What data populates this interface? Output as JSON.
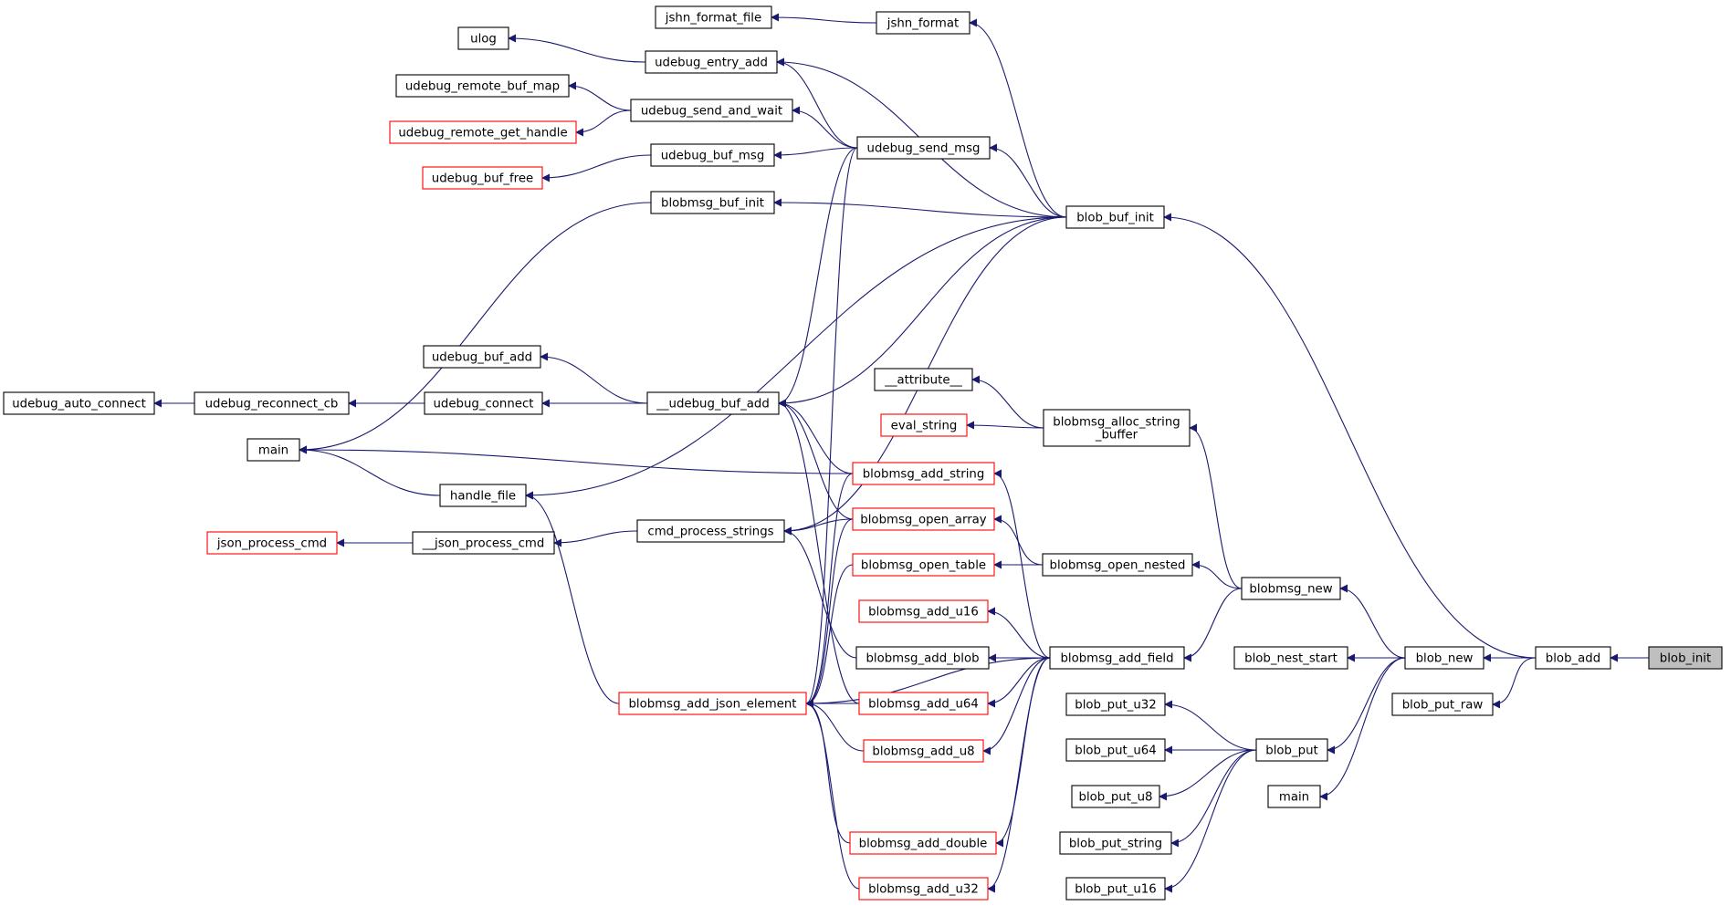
{
  "graph": {
    "nodes": [
      {
        "id": "blob_init",
        "label": "blob_init",
        "root": true
      },
      {
        "id": "blob_add",
        "label": "blob_add"
      },
      {
        "id": "blob_new",
        "label": "blob_new"
      },
      {
        "id": "blob_put_raw",
        "label": "blob_put_raw"
      },
      {
        "id": "blob_buf_init",
        "label": "blob_buf_init"
      },
      {
        "id": "blob_nest_start",
        "label": "blob_nest_start"
      },
      {
        "id": "blobmsg_new",
        "label": "blobmsg_new"
      },
      {
        "id": "blob_put",
        "label": "blob_put"
      },
      {
        "id": "main2",
        "label": "main"
      },
      {
        "id": "jshn_format",
        "label": "jshn_format"
      },
      {
        "id": "jshn_format_file",
        "label": "jshn_format_file"
      },
      {
        "id": "udebug_send_msg",
        "label": "udebug_send_msg"
      },
      {
        "id": "udebug_entry_add",
        "label": "udebug_entry_add"
      },
      {
        "id": "ulog",
        "label": "ulog"
      },
      {
        "id": "udebug_send_and_wait",
        "label": "udebug_send_and_wait"
      },
      {
        "id": "udebug_remote_buf_map",
        "label": "udebug_remote_buf_map"
      },
      {
        "id": "udebug_remote_get_handle",
        "label": "udebug_remote_get_handle",
        "truncated": true
      },
      {
        "id": "udebug_buf_msg",
        "label": "udebug_buf_msg"
      },
      {
        "id": "udebug_buf_free",
        "label": "udebug_buf_free",
        "truncated": true
      },
      {
        "id": "blobmsg_buf_init",
        "label": "blobmsg_buf_init"
      },
      {
        "id": "main1",
        "label": "main"
      },
      {
        "id": "handle_file",
        "label": "handle_file"
      },
      {
        "id": "udebug_buf_add_int",
        "label": "__udebug_buf_add"
      },
      {
        "id": "udebug_buf_add",
        "label": "udebug_buf_add"
      },
      {
        "id": "udebug_connect",
        "label": "udebug_connect"
      },
      {
        "id": "udebug_reconnect_cb",
        "label": "udebug_reconnect_cb"
      },
      {
        "id": "udebug_auto_connect",
        "label": "udebug_auto_connect"
      },
      {
        "id": "cmd_process_strings",
        "label": "cmd_process_strings"
      },
      {
        "id": "json_process_cmd_int",
        "label": "__json_process_cmd"
      },
      {
        "id": "json_process_cmd",
        "label": "json_process_cmd",
        "truncated": true
      },
      {
        "id": "blobmsg_add_json_element",
        "label": "blobmsg_add_json_element",
        "truncated": true
      },
      {
        "id": "attribute",
        "label": "__attribute__"
      },
      {
        "id": "eval_string",
        "label": "eval_string",
        "truncated": true
      },
      {
        "id": "blobmsg_alloc_string_buffer",
        "label": "blobmsg_alloc_string\n_buffer"
      },
      {
        "id": "blobmsg_add_string",
        "label": "blobmsg_add_string",
        "truncated": true
      },
      {
        "id": "blobmsg_open_array",
        "label": "blobmsg_open_array",
        "truncated": true
      },
      {
        "id": "blobmsg_open_table",
        "label": "blobmsg_open_table",
        "truncated": true
      },
      {
        "id": "blobmsg_open_nested",
        "label": "blobmsg_open_nested"
      },
      {
        "id": "blobmsg_add_u16",
        "label": "blobmsg_add_u16",
        "truncated": true
      },
      {
        "id": "blobmsg_add_blob",
        "label": "blobmsg_add_blob"
      },
      {
        "id": "blobmsg_add_field",
        "label": "blobmsg_add_field"
      },
      {
        "id": "blobmsg_add_u64",
        "label": "blobmsg_add_u64",
        "truncated": true
      },
      {
        "id": "blobmsg_add_u8",
        "label": "blobmsg_add_u8",
        "truncated": true
      },
      {
        "id": "blobmsg_add_double",
        "label": "blobmsg_add_double",
        "truncated": true
      },
      {
        "id": "blobmsg_add_u32",
        "label": "blobmsg_add_u32",
        "truncated": true
      },
      {
        "id": "blob_put_u32",
        "label": "blob_put_u32"
      },
      {
        "id": "blob_put_u64",
        "label": "blob_put_u64"
      },
      {
        "id": "blob_put_u8",
        "label": "blob_put_u8"
      },
      {
        "id": "blob_put_string",
        "label": "blob_put_string"
      },
      {
        "id": "blob_put_u16",
        "label": "blob_put_u16"
      }
    ],
    "edges": [
      [
        "blob_add",
        "blob_init"
      ],
      [
        "blob_new",
        "blob_add"
      ],
      [
        "blob_put_raw",
        "blob_add"
      ],
      [
        "blob_buf_init",
        "blob_add"
      ],
      [
        "blob_nest_start",
        "blob_new"
      ],
      [
        "blobmsg_new",
        "blob_new"
      ],
      [
        "blob_put",
        "blob_new"
      ],
      [
        "main2",
        "blob_new"
      ],
      [
        "blob_put_u32",
        "blob_put"
      ],
      [
        "blob_put_u64",
        "blob_put"
      ],
      [
        "blob_put_u8",
        "blob_put"
      ],
      [
        "blob_put_string",
        "blob_put"
      ],
      [
        "blob_put_u16",
        "blob_put"
      ],
      [
        "blobmsg_open_nested",
        "blobmsg_new"
      ],
      [
        "blobmsg_add_field",
        "blobmsg_new"
      ],
      [
        "blobmsg_alloc_string_buffer",
        "blobmsg_new"
      ],
      [
        "attribute",
        "blobmsg_alloc_string_buffer"
      ],
      [
        "eval_string",
        "blobmsg_alloc_string_buffer"
      ],
      [
        "blobmsg_open_array",
        "blobmsg_open_nested"
      ],
      [
        "blobmsg_open_table",
        "blobmsg_open_nested"
      ],
      [
        "blobmsg_add_string",
        "blobmsg_add_field"
      ],
      [
        "blobmsg_add_u16",
        "blobmsg_add_field"
      ],
      [
        "blobmsg_add_blob",
        "blobmsg_add_field"
      ],
      [
        "blobmsg_add_u64",
        "blobmsg_add_field"
      ],
      [
        "blobmsg_add_u8",
        "blobmsg_add_field"
      ],
      [
        "blobmsg_add_double",
        "blobmsg_add_field"
      ],
      [
        "blobmsg_add_u32",
        "blobmsg_add_field"
      ],
      [
        "blobmsg_add_json_element",
        "blobmsg_add_field"
      ],
      [
        "jshn_format",
        "blob_buf_init"
      ],
      [
        "jshn_format_file",
        "jshn_format"
      ],
      [
        "udebug_send_msg",
        "blob_buf_init"
      ],
      [
        "udebug_entry_add",
        "blob_buf_init"
      ],
      [
        "blobmsg_buf_init",
        "blob_buf_init"
      ],
      [
        "udebug_buf_add_int",
        "blob_buf_init"
      ],
      [
        "handle_file",
        "blob_buf_init"
      ],
      [
        "cmd_process_strings",
        "blob_buf_init"
      ],
      [
        "ulog",
        "udebug_entry_add"
      ],
      [
        "udebug_entry_add",
        "udebug_send_msg"
      ],
      [
        "udebug_send_and_wait",
        "udebug_send_msg"
      ],
      [
        "udebug_buf_msg",
        "udebug_send_msg"
      ],
      [
        "udebug_buf_add_int",
        "udebug_send_msg"
      ],
      [
        "udebug_remote_buf_map",
        "udebug_send_and_wait"
      ],
      [
        "udebug_remote_get_handle",
        "udebug_send_and_wait"
      ],
      [
        "udebug_buf_free",
        "udebug_buf_msg"
      ],
      [
        "main1",
        "blobmsg_buf_init"
      ],
      [
        "udebug_buf_add",
        "udebug_buf_add_int"
      ],
      [
        "udebug_connect",
        "udebug_buf_add_int"
      ],
      [
        "udebug_reconnect_cb",
        "udebug_connect"
      ],
      [
        "udebug_auto_connect",
        "udebug_reconnect_cb"
      ],
      [
        "udebug_buf_add_int",
        "blobmsg_add_string"
      ],
      [
        "udebug_buf_add_int",
        "blobmsg_open_array"
      ],
      [
        "udebug_buf_add_int",
        "blobmsg_add_u64"
      ],
      [
        "main1",
        "blobmsg_add_string"
      ],
      [
        "main1",
        "handle_file"
      ],
      [
        "handle_file",
        "blobmsg_add_json_element"
      ],
      [
        "cmd_process_strings",
        "blobmsg_open_array"
      ],
      [
        "cmd_process_strings",
        "blobmsg_add_blob"
      ],
      [
        "json_process_cmd_int",
        "cmd_process_strings"
      ],
      [
        "json_process_cmd",
        "json_process_cmd_int"
      ],
      [
        "blobmsg_add_json_element",
        "blobmsg_add_string"
      ],
      [
        "blobmsg_add_json_element",
        "blobmsg_open_array"
      ],
      [
        "blobmsg_add_json_element",
        "blobmsg_open_table"
      ],
      [
        "blobmsg_add_json_element",
        "blobmsg_add_u64"
      ],
      [
        "blobmsg_add_json_element",
        "blobmsg_add_u8"
      ],
      [
        "blobmsg_add_json_element",
        "blobmsg_add_double"
      ],
      [
        "blobmsg_add_json_element",
        "blobmsg_add_u32"
      ],
      [
        "blobmsg_add_json_element",
        "udebug_send_msg"
      ]
    ]
  },
  "colors": {
    "edge": "#191970",
    "node_border": "#000000",
    "truncated_border": "#ff0000",
    "root_fill": "#bfbfbf"
  }
}
